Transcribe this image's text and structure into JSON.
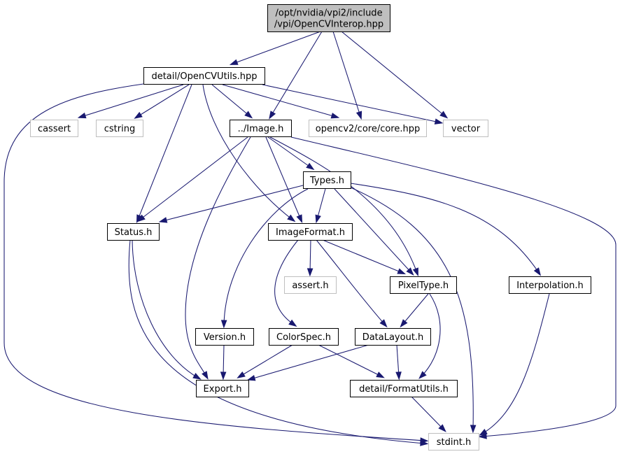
{
  "graph": {
    "nodes": [
      {
        "id": "root",
        "label": "/opt/nvidia/vpi2/include\n/vpi/OpenCVInterop.hpp",
        "kind": "root"
      },
      {
        "id": "ocvutils",
        "label": "detail/OpenCVUtils.hpp",
        "kind": "local"
      },
      {
        "id": "cassert",
        "label": "cassert",
        "kind": "external"
      },
      {
        "id": "cstring",
        "label": "cstring",
        "kind": "external"
      },
      {
        "id": "image",
        "label": "../Image.h",
        "kind": "local"
      },
      {
        "id": "opencv",
        "label": "opencv2/core/core.hpp",
        "kind": "external"
      },
      {
        "id": "vector",
        "label": "vector",
        "kind": "external"
      },
      {
        "id": "types",
        "label": "Types.h",
        "kind": "local"
      },
      {
        "id": "status",
        "label": "Status.h",
        "kind": "local"
      },
      {
        "id": "imageformat",
        "label": "ImageFormat.h",
        "kind": "local"
      },
      {
        "id": "assert",
        "label": "assert.h",
        "kind": "external"
      },
      {
        "id": "pixeltype",
        "label": "PixelType.h",
        "kind": "local"
      },
      {
        "id": "interp",
        "label": "Interpolation.h",
        "kind": "local"
      },
      {
        "id": "version",
        "label": "Version.h",
        "kind": "local"
      },
      {
        "id": "colorspec",
        "label": "ColorSpec.h",
        "kind": "local"
      },
      {
        "id": "datalayout",
        "label": "DataLayout.h",
        "kind": "local"
      },
      {
        "id": "export",
        "label": "Export.h",
        "kind": "local"
      },
      {
        "id": "formatutils",
        "label": "detail/FormatUtils.h",
        "kind": "local"
      },
      {
        "id": "stdint",
        "label": "stdint.h",
        "kind": "external"
      }
    ],
    "edges": [
      {
        "from": "root",
        "to": "ocvutils"
      },
      {
        "from": "root",
        "to": "image"
      },
      {
        "from": "root",
        "to": "opencv"
      },
      {
        "from": "root",
        "to": "vector"
      },
      {
        "from": "ocvutils",
        "to": "cassert"
      },
      {
        "from": "ocvutils",
        "to": "cstring"
      },
      {
        "from": "ocvutils",
        "to": "image"
      },
      {
        "from": "ocvutils",
        "to": "opencv"
      },
      {
        "from": "ocvutils",
        "to": "vector"
      },
      {
        "from": "ocvutils",
        "to": "status"
      },
      {
        "from": "ocvutils",
        "to": "imageformat"
      },
      {
        "from": "ocvutils",
        "to": "stdint"
      },
      {
        "from": "image",
        "to": "types"
      },
      {
        "from": "image",
        "to": "status"
      },
      {
        "from": "image",
        "to": "imageformat"
      },
      {
        "from": "image",
        "to": "pixeltype"
      },
      {
        "from": "image",
        "to": "export"
      },
      {
        "from": "image",
        "to": "stdint"
      },
      {
        "from": "types",
        "to": "status"
      },
      {
        "from": "types",
        "to": "imageformat"
      },
      {
        "from": "types",
        "to": "pixeltype"
      },
      {
        "from": "types",
        "to": "interp"
      },
      {
        "from": "types",
        "to": "version"
      },
      {
        "from": "types",
        "to": "stdint"
      },
      {
        "from": "status",
        "to": "export"
      },
      {
        "from": "status",
        "to": "stdint"
      },
      {
        "from": "imageformat",
        "to": "assert"
      },
      {
        "from": "imageformat",
        "to": "pixeltype"
      },
      {
        "from": "imageformat",
        "to": "colorspec"
      },
      {
        "from": "imageformat",
        "to": "datalayout"
      },
      {
        "from": "pixeltype",
        "to": "datalayout"
      },
      {
        "from": "pixeltype",
        "to": "formatutils"
      },
      {
        "from": "interp",
        "to": "stdint"
      },
      {
        "from": "version",
        "to": "export"
      },
      {
        "from": "colorspec",
        "to": "export"
      },
      {
        "from": "colorspec",
        "to": "formatutils"
      },
      {
        "from": "datalayout",
        "to": "export"
      },
      {
        "from": "datalayout",
        "to": "formatutils"
      },
      {
        "from": "formatutils",
        "to": "stdint"
      }
    ]
  }
}
